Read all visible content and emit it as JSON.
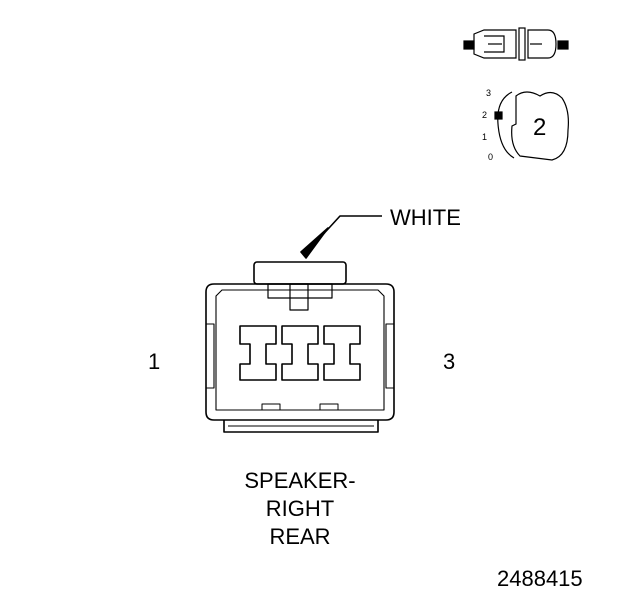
{
  "connector": {
    "color": "WHITE",
    "pin_first": "1",
    "pin_last": "3",
    "cavity_count": 3
  },
  "caption": {
    "line1": "SPEAKER-",
    "line2": "RIGHT",
    "line3": "REAR"
  },
  "reference_number": "2488415",
  "locator": {
    "view_number": "2",
    "scale": [
      "3",
      "2",
      "1",
      "0"
    ]
  }
}
